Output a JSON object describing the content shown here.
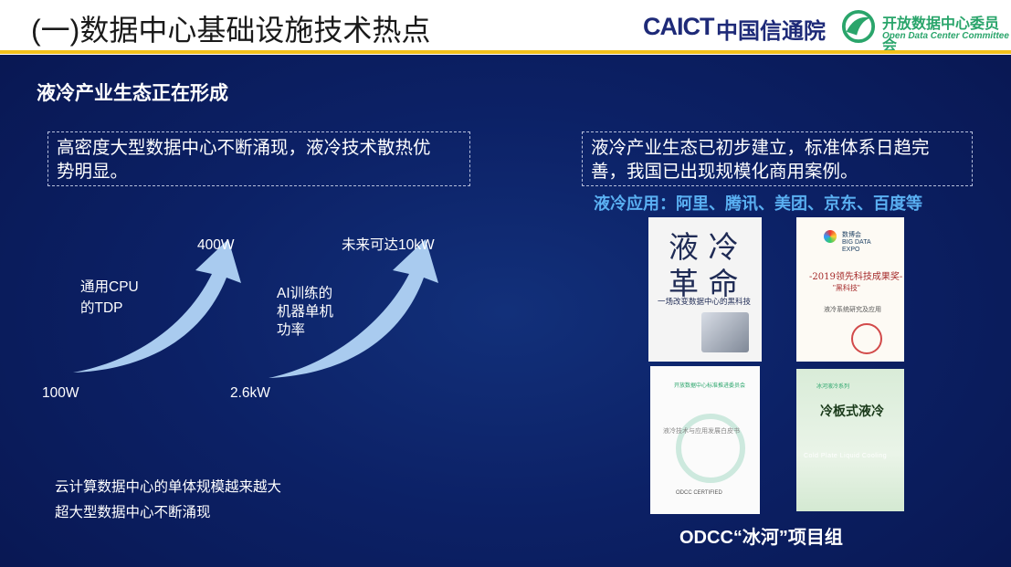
{
  "header": {
    "title": "(一)数据中心基础设施技术热点",
    "caict_logo": "CAICT",
    "caict_name": "中国信通院",
    "odcc_name": "开放数据中心委员会",
    "odcc_name_en": "Open Data Center Committee"
  },
  "subtitle": "液冷产业生态正在形成",
  "left_box": {
    "line1": "高密度大型数据中心不断涌现，液冷技术散热优",
    "line2": "势明显。"
  },
  "right_box": {
    "line1": "液冷产业生态已初步建立，标准体系日趋完",
    "line2": "善，我国已出现规模化商用案例。"
  },
  "applications": "液冷应用：阿里、腾讯、美团、京东、百度等",
  "arrow1": {
    "start_label": "100W",
    "end_label": "400W",
    "desc_line1": "通用CPU",
    "desc_line2": "的TDP"
  },
  "arrow2": {
    "start_label": "2.6kW",
    "end_label": "未来可达10kW",
    "desc_line1": "AI训练的",
    "desc_line2": "机器单机",
    "desc_line3": "功率"
  },
  "bottom_notes": {
    "note1": "云计算数据中心的单体规模越来越大",
    "note2": "超大型数据中心不断涌现"
  },
  "books": {
    "book1": {
      "char1": "液",
      "char2": "冷",
      "char3": "革",
      "char4": "命",
      "subtitle": "一场改变数据中心的黑科技"
    },
    "book2": {
      "expo": "数博会\nBIG DATA\nEXPO",
      "title": "-2019领先科技成果奖-",
      "sub": "\"黑科技\"",
      "line": "液冷系统研究及应用"
    },
    "book3": {
      "head": "开放数据中心标准推进委员会",
      "mid": "液冷技术与应用发展白皮书",
      "ring_text": "ODCC CERTIFIED"
    },
    "book4": {
      "head": "冰河液冷系列",
      "title": "冷板式液冷",
      "en": "Cold Plate Liquid Cooling"
    }
  },
  "group_label": "ODCC“冰河”项目组",
  "colors": {
    "background": "#0c2166",
    "accent_yellow": "#f3c11b",
    "arrow": "#a9cbef",
    "app_text": "#5ab0f2",
    "caict_blue": "#1e2a78",
    "odcc_green": "#2aa56b"
  }
}
